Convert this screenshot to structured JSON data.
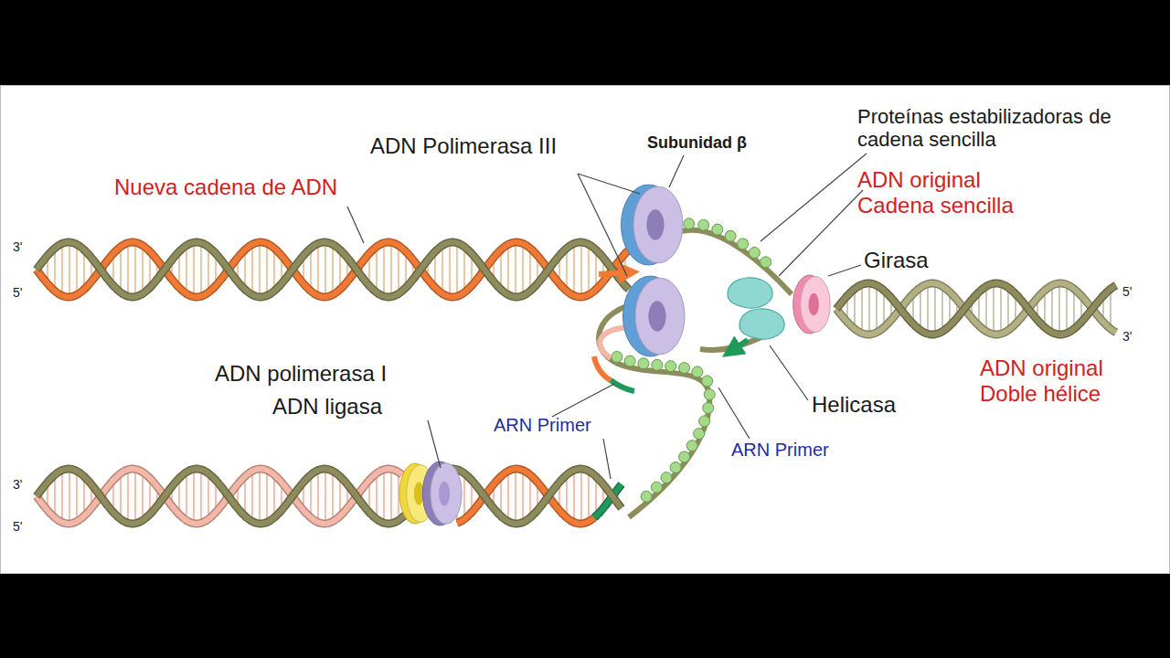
{
  "diagram": {
    "labels": [
      "ADN Polimerasa III",
      "Subunidad β",
      "Proteínas estabilizadoras de cadena sencilla",
      "Nueva cadena de ADN",
      "ADN original Cadena sencilla",
      "3'",
      "5'",
      "Girasa",
      "5'",
      "3'",
      "ADN polimerasa I",
      "ADN original Doble hélice",
      "ADN ligasa",
      "Helicasa",
      "ARN Primer",
      "ARN Primer",
      "3'",
      "5'"
    ]
  }
}
